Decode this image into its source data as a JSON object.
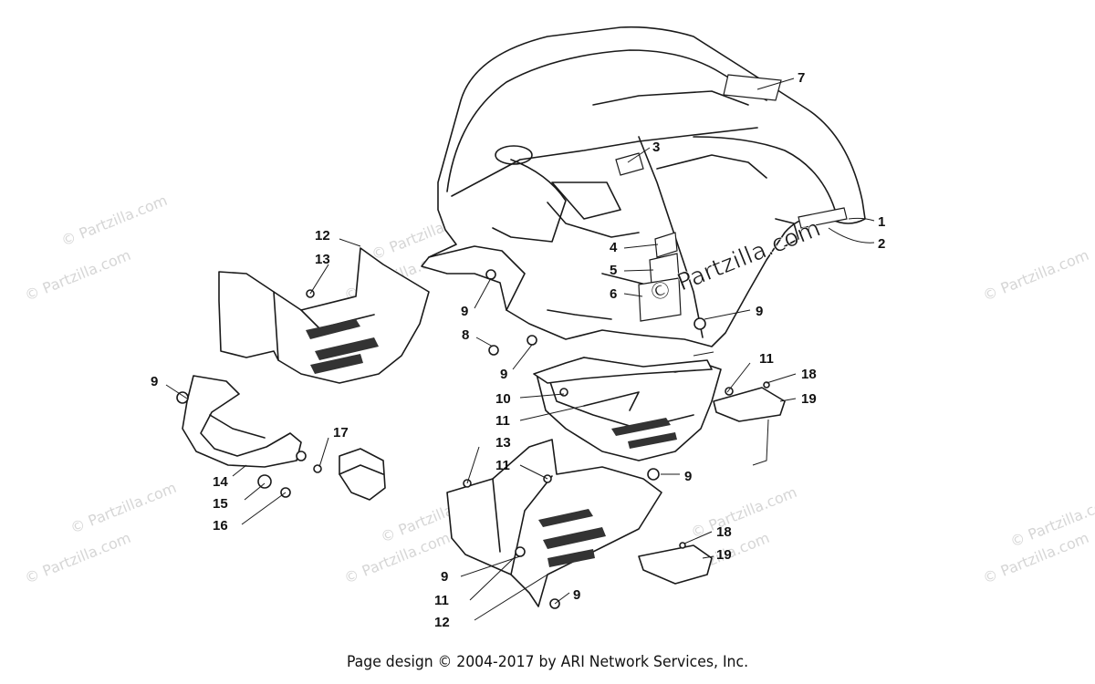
{
  "watermark": {
    "text": "© Partzilla.com",
    "main_text": "© Partzilla.com"
  },
  "callouts": [
    {
      "id": "c1",
      "label": "1"
    },
    {
      "id": "c2",
      "label": "2"
    },
    {
      "id": "c3",
      "label": "3"
    },
    {
      "id": "c4",
      "label": "4"
    },
    {
      "id": "c5",
      "label": "5"
    },
    {
      "id": "c6",
      "label": "6"
    },
    {
      "id": "c7",
      "label": "7"
    },
    {
      "id": "c8",
      "label": "8"
    },
    {
      "id": "c9a",
      "label": "9"
    },
    {
      "id": "c9b",
      "label": "9"
    },
    {
      "id": "c9c",
      "label": "9"
    },
    {
      "id": "c9d",
      "label": "9"
    },
    {
      "id": "c9e",
      "label": "9"
    },
    {
      "id": "c9f",
      "label": "9"
    },
    {
      "id": "c9g",
      "label": "9"
    },
    {
      "id": "c10",
      "label": "10"
    },
    {
      "id": "c11a",
      "label": "11"
    },
    {
      "id": "c11b",
      "label": "11"
    },
    {
      "id": "c11c",
      "label": "11"
    },
    {
      "id": "c11d",
      "label": "11"
    },
    {
      "id": "c12a",
      "label": "12"
    },
    {
      "id": "c12b",
      "label": "12"
    },
    {
      "id": "c13a",
      "label": "13"
    },
    {
      "id": "c13b",
      "label": "13"
    },
    {
      "id": "c14",
      "label": "14"
    },
    {
      "id": "c15",
      "label": "15"
    },
    {
      "id": "c16",
      "label": "16"
    },
    {
      "id": "c17",
      "label": "17"
    },
    {
      "id": "c18a",
      "label": "18"
    },
    {
      "id": "c18b",
      "label": "18"
    },
    {
      "id": "c19a",
      "label": "19"
    },
    {
      "id": "c19b",
      "label": "19"
    }
  ],
  "footer": {
    "text": "Page design © 2004-2017 by ARI Network Services, Inc."
  }
}
